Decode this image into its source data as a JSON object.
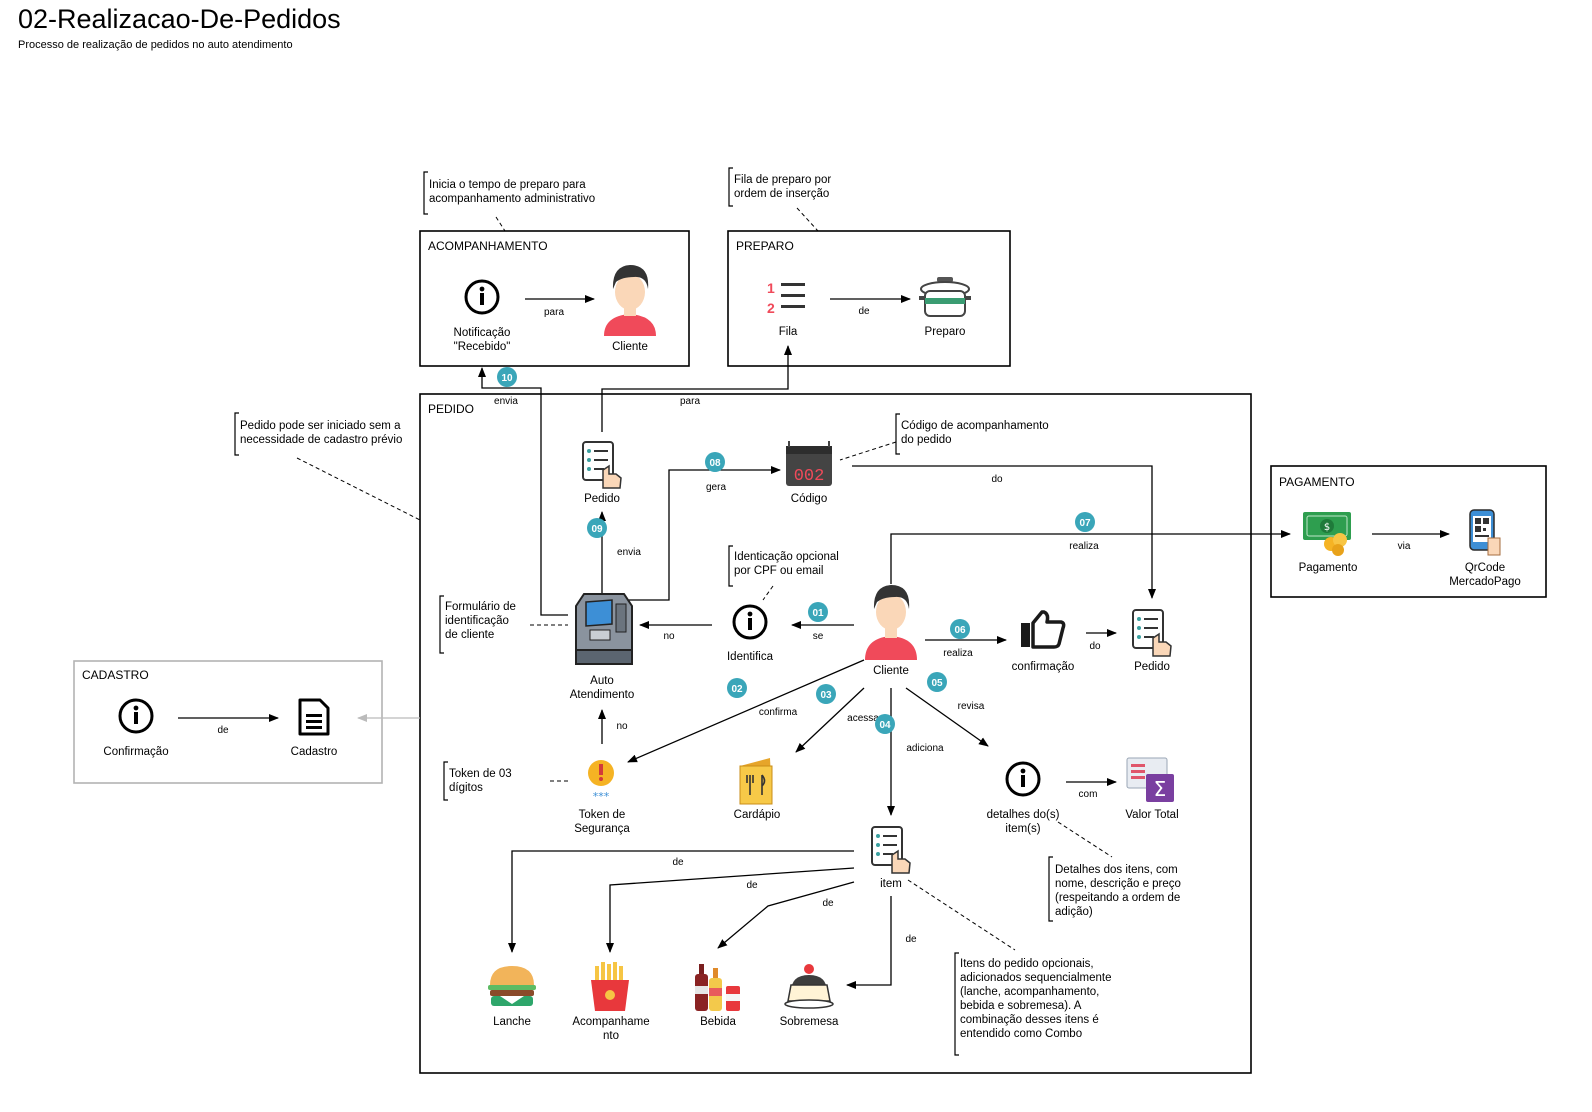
{
  "page": {
    "title": "02-Realizacao-De-Pedidos",
    "subtitle": "Processo de realização de pedidos no auto atendimento"
  },
  "boxes": {
    "acompanhamento": "ACOMPANHAMENTO",
    "preparo": "PREPARO",
    "pedido": "PEDIDO",
    "pagamento": "PAGAMENTO",
    "cadastro": "CADASTRO"
  },
  "nodes": {
    "notificacao_1": "Notificação",
    "notificacao_2": "\"Recebido\"",
    "cliente_acomp": "Cliente",
    "fila": "Fila",
    "preparo": "Preparo",
    "pedido_top": "Pedido",
    "codigo": "Código",
    "auto_1": "Auto",
    "auto_2": "Atendimento",
    "identifica": "Identifica",
    "cliente": "Cliente",
    "confirmacao": "confirmação",
    "pedido_right": "Pedido",
    "token_1": "Token de",
    "token_2": "Segurança",
    "cardapio": "Cardápio",
    "detalhes_1": "detalhes do(s)",
    "detalhes_2": "item(s)",
    "valor_total": "Valor Total",
    "item": "item",
    "lanche": "Lanche",
    "acomp_1": "Acompanhame",
    "acomp_2": "nto",
    "bebida": "Bebida",
    "sobremesa": "Sobremesa",
    "pagamento": "Pagamento",
    "qrcode_1": "QrCode",
    "qrcode_2": "MercadoPago",
    "cad_confirmacao": "Confirmação",
    "cadastro": "Cadastro"
  },
  "edges": {
    "para_1": "para",
    "de_1": "de",
    "envia_1": "envia",
    "para_2": "para",
    "gera": "gera",
    "envia_2": "envia",
    "do_1": "do",
    "realiza_1": "realiza",
    "no_1": "no",
    "se": "se",
    "realiza_2": "realiza",
    "do_2": "do",
    "confirma": "confirma",
    "acessa": "acessa",
    "adiciona": "adiciona",
    "revisa": "revisa",
    "no_2": "no",
    "com": "com",
    "de_item_1": "de",
    "de_item_2": "de",
    "de_item_3": "de",
    "de_item_4": "de",
    "via": "via",
    "de_cad": "de"
  },
  "badges": [
    "01",
    "02",
    "03",
    "04",
    "05",
    "06",
    "07",
    "08",
    "09",
    "10"
  ],
  "notes": {
    "acomp_1": "Inicia o tempo de preparo para",
    "acomp_2": "acompanhamento administrativo",
    "fila_1": "Fila de preparo por",
    "fila_2": "ordem de inserção",
    "pedido_1": "Pedido pode ser iniciado sem a",
    "pedido_2": "necessidade de cadastro prévio",
    "codigo_1": "Código de acompanhamento",
    "codigo_2": "do pedido",
    "ident_1": "Identicação opcional",
    "ident_2": "por CPF ou email",
    "form_1": "Formulário de",
    "form_2": "identificação",
    "form_3": "de cliente",
    "token_1": "Token de 03",
    "token_2": "dígitos",
    "det_1": "Detalhes dos itens, com",
    "det_2": "nome, descrição e preço",
    "det_3": "(respeitando a ordem de",
    "det_4": "adição)",
    "itens_1": "Itens do pedido opcionais,",
    "itens_2": "adicionados sequencialmente",
    "itens_3": "(lanche, acompanhamento,",
    "itens_4": "bebida e sobremesa). A",
    "itens_5": "combinação desses itens é",
    "itens_6": "entendido como Combo"
  },
  "codigo_display": "002",
  "colors": {
    "badge": "#3aa6b9",
    "person_shirt": "#f04a5a",
    "skin": "#fad7b8",
    "hair": "#333333",
    "money": "#2e9e4f",
    "coin": "#f5b324",
    "box_gray": "#b3b3b3"
  }
}
